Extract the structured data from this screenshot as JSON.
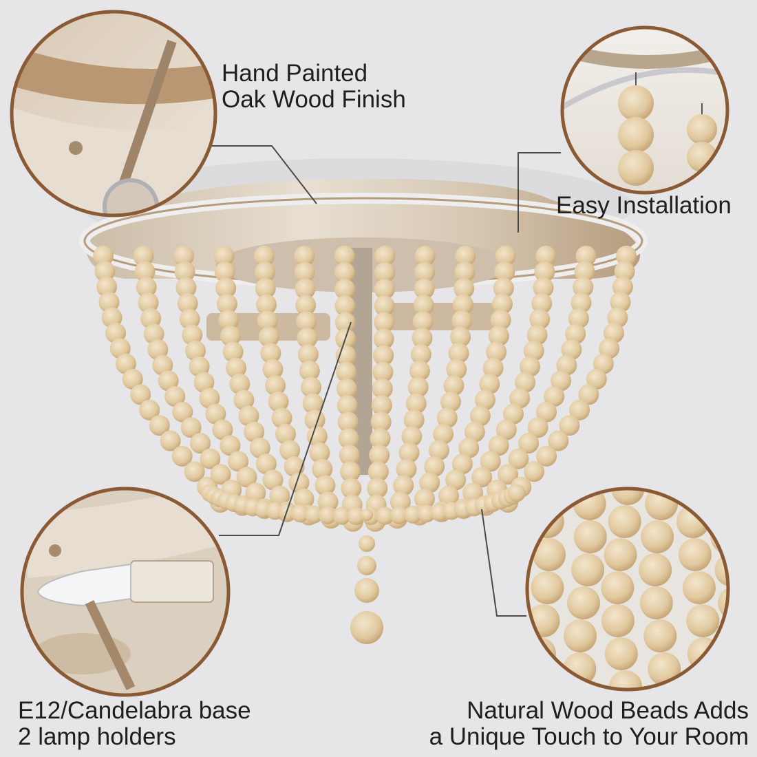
{
  "callouts": {
    "finish": {
      "line1": "Hand Painted",
      "line2": "Oak Wood Finish"
    },
    "installation": {
      "line1": "Easy Installation"
    },
    "base": {
      "line1": "E12/Candelabra base",
      "line2": "2 lamp holders"
    },
    "beads": {
      "line1": "Natural Wood Beads Adds",
      "line2": "a Unique Touch to Your Room"
    }
  },
  "colors": {
    "background": "#e6e6e8",
    "bead": "#e4cfa8",
    "bead_shadow": "#c9ad80",
    "frame": "#d9cdbc",
    "frame_dark": "#8a6d4c",
    "callout_border": "#8a5a35",
    "leader_line": "#4a4a4a",
    "label_text": "#1e1e1e"
  }
}
